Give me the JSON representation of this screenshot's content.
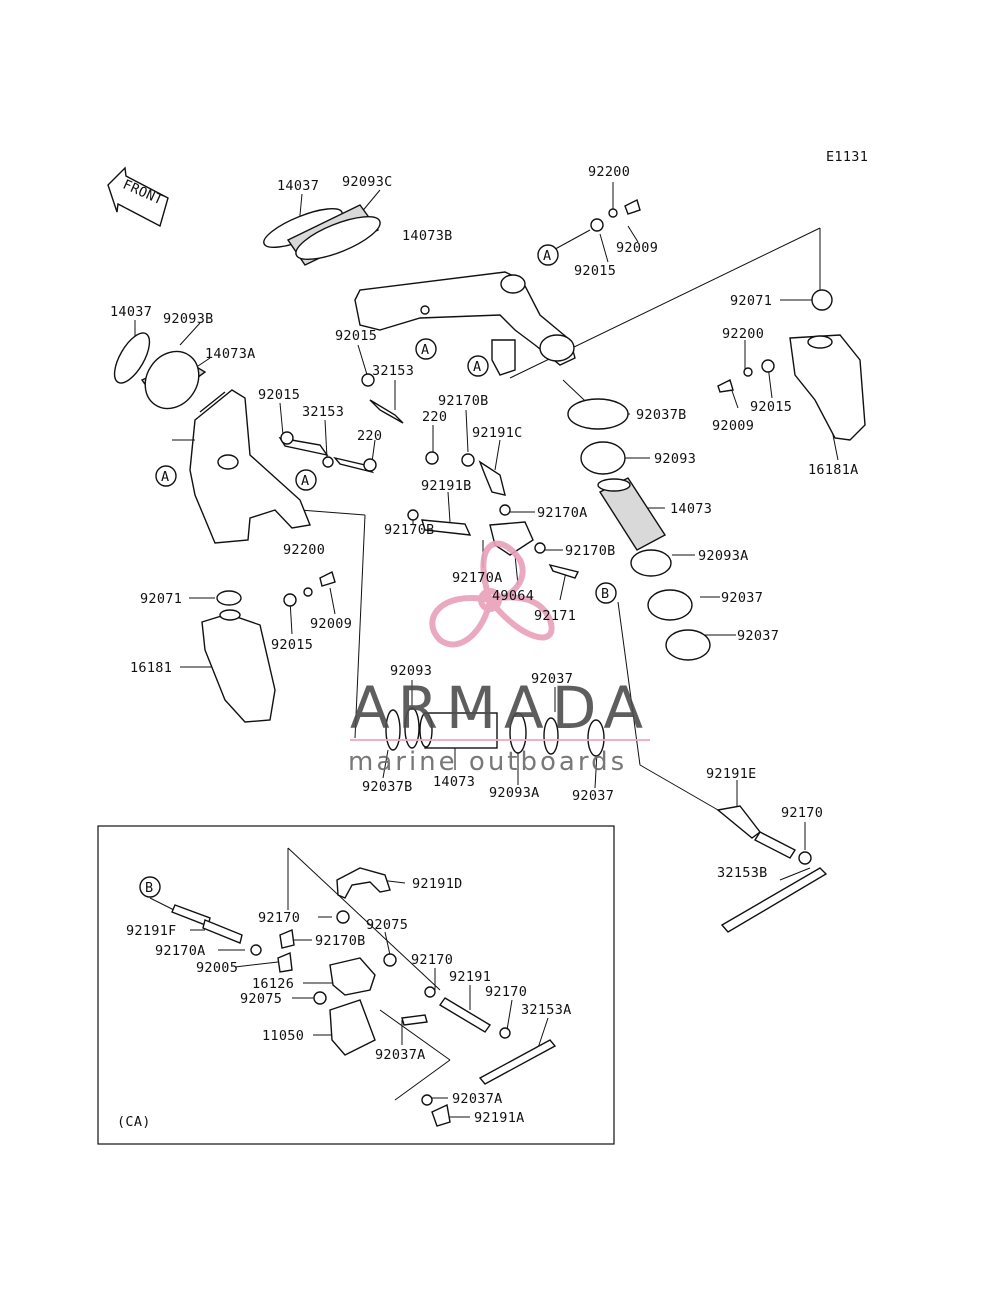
{
  "diagram": {
    "code": "E1131",
    "front_label": "FRONT",
    "ca_label": "(CA)",
    "callouts": {
      "a": "A",
      "b": "B"
    },
    "labels": {
      "p14037_top": "14037",
      "p92093C": "92093C",
      "p14073B": "14073B",
      "p92200_top": "92200",
      "p92009_top": "92009",
      "p92015_top": "92015",
      "p92071_right": "92071",
      "p92200_right": "92200",
      "p92015_right": "92015",
      "p92009_right": "92009",
      "p16181A": "16181A",
      "p14037_left": "14037",
      "p92093B": "92093B",
      "p14073A": "14073A",
      "p92015_mid": "92015",
      "p32153_mid": "32153",
      "p92015_left": "92015",
      "p32153_left": "32153",
      "p220_a": "220",
      "p220_b": "220",
      "p92170B_a": "92170B",
      "p92191C": "92191C",
      "p92037B_right": "92037B",
      "p92093_right": "92093",
      "p92191B": "92191B",
      "p92170A_a": "92170A",
      "p14073_right": "14073",
      "p92170B_b": "92170B",
      "p92170B_c": "92170B",
      "p92093A_right": "92093A",
      "p92200_left": "92200",
      "p92170A_b": "92170A",
      "p49064": "49064",
      "p92037_r1": "92037",
      "p92171": "92171",
      "p92037_r2": "92037",
      "p92071_left": "92071",
      "p92009_left": "92009",
      "p92015_low": "92015",
      "p16181": "16181",
      "p92093_mid": "92093",
      "p92037_mid": "92037",
      "p92037B_low": "92037B",
      "p14073_low": "14073",
      "p92093A_low": "92093A",
      "p92037_low": "92037",
      "p92191E": "92191E",
      "p92170_right": "92170",
      "p32153B": "32153B",
      "ca_92191D": "92191D",
      "ca_92170_a": "92170",
      "ca_92075_a": "92075",
      "ca_92191F": "92191F",
      "ca_92170B": "92170B",
      "ca_92170A": "92170A",
      "ca_92005": "92005",
      "ca_92170_b": "92170",
      "ca_92191": "92191",
      "ca_16126": "16126",
      "ca_92170_c": "92170",
      "ca_92075_b": "92075",
      "ca_32153A": "32153A",
      "ca_11050": "11050",
      "ca_92037A_a": "92037A",
      "ca_92037A_b": "92037A",
      "ca_92191A": "92191A"
    }
  },
  "watermark": {
    "title": "ARMADA",
    "subtitle": "marine outboards",
    "logo_color": "#e8a0b8",
    "line_color": "#f0a8c0"
  }
}
